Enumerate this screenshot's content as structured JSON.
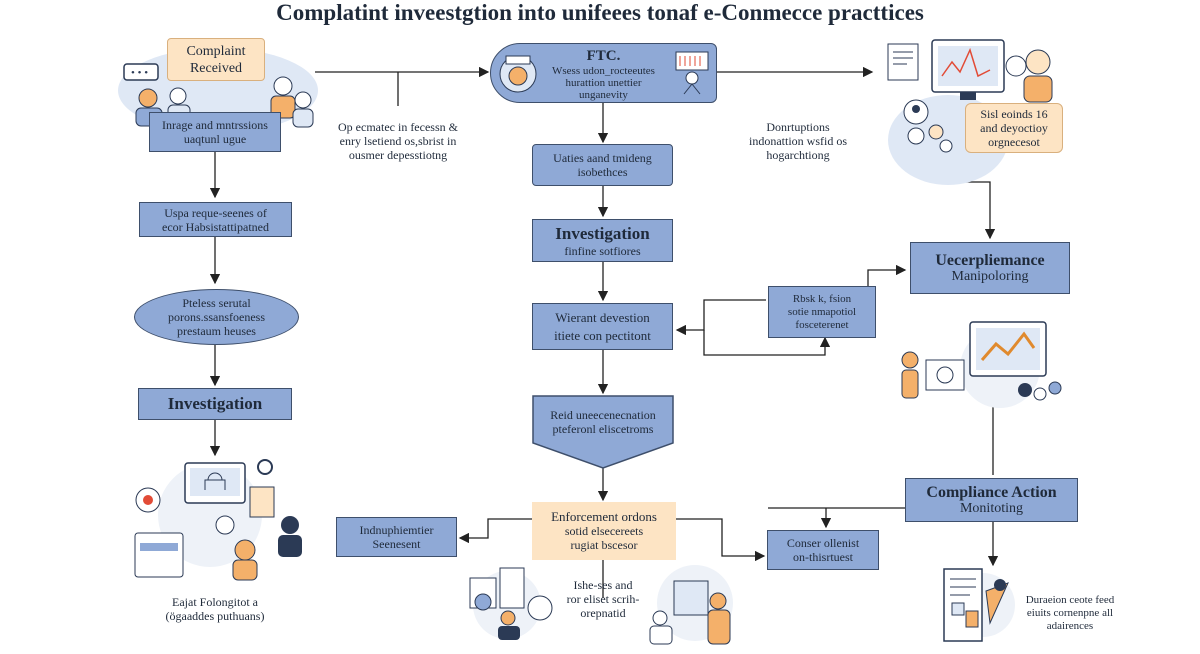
{
  "title": "Complatint inveestgtion into unifeees tonaf e-Conmecce practtices",
  "left": {
    "complaint_received": [
      "Complaint",
      "Received"
    ],
    "box1": [
      "Inrage and mntrssions",
      "uaqtunl ugue"
    ],
    "box2": [
      "Uspa reque-seenes of",
      "ecor Habsistattipatned"
    ],
    "ellipse": [
      "Pteless serutal",
      "porons.ssansfoeness",
      "prestaum heuses"
    ],
    "investigation": "Investigation",
    "caption": [
      "Eajat Folongitot a",
      "(ögaaddes puthuans)"
    ]
  },
  "center": {
    "ftc_title": "FTC.",
    "ftc_text": [
      "Wsess udon_rocteeutes",
      "hurattion  unettier",
      "unganevity"
    ],
    "box1": [
      "Uaties aand tmideng",
      "isobethces"
    ],
    "investigation_title": "Investigation",
    "investigation_sub": "finfine sotfiores",
    "box3": [
      "Wierant devestion",
      "itiete con pectitont"
    ],
    "pentagon": [
      "Reid uneecenecnation",
      "pteferonl eliscetroms"
    ],
    "enforcement": [
      "Enforcement ordons",
      "sotid elsecereets",
      "rugiat bscesor"
    ],
    "bottom_text": [
      "Ishe-ses and",
      "ror eliset scrih-",
      "orepnatid"
    ]
  },
  "notes": {
    "middle_left": [
      "Op ecmatec in fecessn &",
      "enry lsetiend os,sbrist in",
      "ousmer depesstiotng"
    ],
    "middle_right": [
      "Donrtuptions",
      "indonattion wsfid os",
      "hogarchtiong"
    ]
  },
  "right": {
    "orange_box": [
      "Sisl eoinds 16",
      "and deyoctioy",
      "orgnecesot"
    ],
    "ucompliance": [
      "Uecerpliemance",
      "Manipoloring"
    ],
    "small_box": [
      "Rbsk k, fsion",
      "sotie nmapotiol",
      "fosceterenet"
    ],
    "compliance_action": [
      "Compliance Action",
      "Monitoting"
    ],
    "conser": [
      "Conser ollenist",
      "on-thisrtuest"
    ],
    "indup": [
      "Indnuphiemtier",
      "Seenesent"
    ],
    "bottom_caption": [
      "Duraeion ceote feed",
      "eiuits cornenpne all",
      "adairences"
    ]
  },
  "colors": {
    "box_fill": "#8fa9d6",
    "box_border": "#3e4f6b",
    "orange_fill": "#fde4c4",
    "line": "#222222"
  }
}
